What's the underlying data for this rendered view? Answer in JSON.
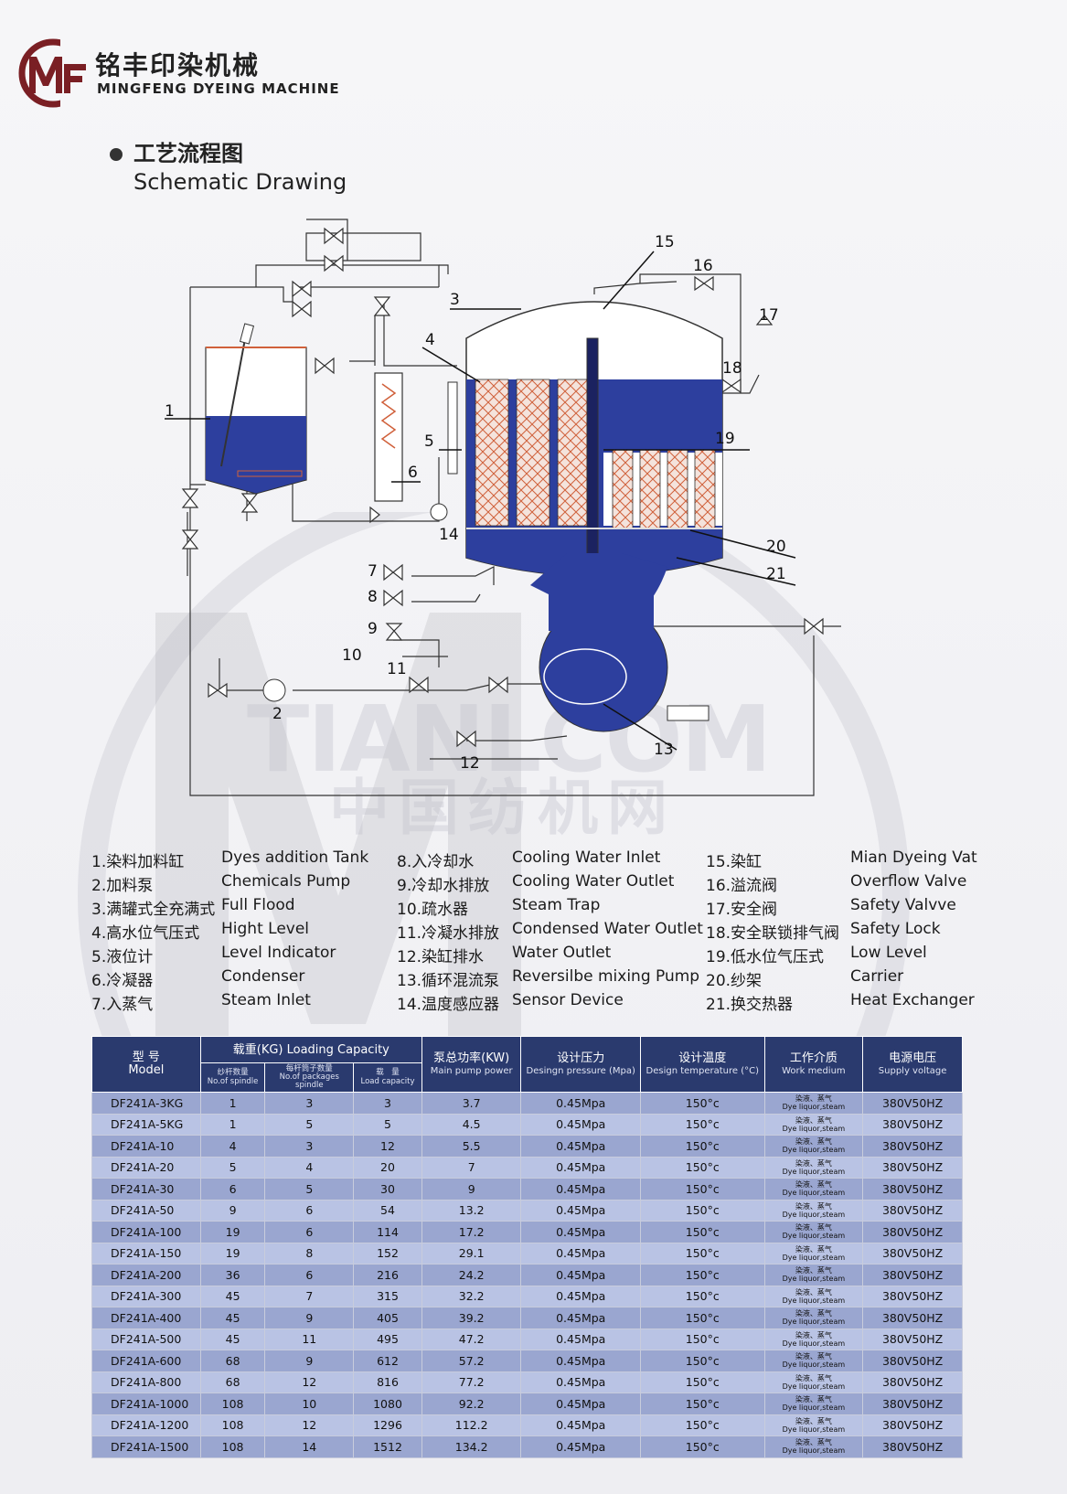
{
  "brand": {
    "cn": "铭丰印染机械",
    "en": "MINGFENG DYEING MACHINE",
    "logo_text": "MF"
  },
  "section": {
    "cn": "工艺流程图",
    "en": "Schematic Drawing"
  },
  "watermark": {
    "en": "TIANLCOM",
    "cn": "中国纺机网"
  },
  "diagram_labels": [
    "1",
    "2",
    "3",
    "4",
    "5",
    "6",
    "7",
    "8",
    "9",
    "10",
    "11",
    "12",
    "13",
    "14",
    "15",
    "16",
    "17",
    "18",
    "19",
    "20",
    "21"
  ],
  "legend": [
    {
      "cn": "1.染料加料缸",
      "en": "Dyes addition Tank"
    },
    {
      "cn": "2.加料泵",
      "en": "Chemicals Pump"
    },
    {
      "cn": "3.满罐式全充满式",
      "en": "Full Flood"
    },
    {
      "cn": "4.高水位气压式",
      "en": "Hight Level"
    },
    {
      "cn": "5.液位计",
      "en": "Level Indicator"
    },
    {
      "cn": "6.冷凝器",
      "en": "Condenser"
    },
    {
      "cn": "7.入蒸气",
      "en": "Steam Inlet"
    },
    {
      "cn": "8.入冷却水",
      "en": "Cooling Water Inlet"
    },
    {
      "cn": "9.冷却水排放",
      "en": "Cooling Water Outlet"
    },
    {
      "cn": "10.疏水器",
      "en": "Steam Trap"
    },
    {
      "cn": "11.冷凝水排放",
      "en": "Condensed Water Outlet"
    },
    {
      "cn": "12.染缸排水",
      "en": "Water Outlet"
    },
    {
      "cn": "13.循环混流泵",
      "en": "Reversilbe mixing Pump"
    },
    {
      "cn": "14.温度感应器",
      "en": "Sensor Device"
    },
    {
      "cn": "15.染缸",
      "en": "Mian Dyeing Vat"
    },
    {
      "cn": "16.溢流阀",
      "en": "Overflow Valve"
    },
    {
      "cn": "17.安全阀",
      "en": "Safety Valvve"
    },
    {
      "cn": "18.安全联锁排气阀",
      "en": "Safety Lock"
    },
    {
      "cn": "19.低水位气压式",
      "en": "Low Level"
    },
    {
      "cn": "20.纱架",
      "en": "Carrier"
    },
    {
      "cn": "21.换交热器",
      "en": "Heat Exchanger"
    }
  ],
  "table": {
    "headers": {
      "model_cn": "型 号",
      "model_en": "Model",
      "load_title": "载重(KG) Loading Capacity",
      "spindle_cn": "纱杆数量",
      "spindle_en": "No.of spindle",
      "pkg_cn": "每杆筒子数量",
      "pkg_en": "No.of packages spindle",
      "load_cn": "载　量",
      "load_en": "Load capacity",
      "pump_cn": "泵总功率(KW)",
      "pump_en": "Main pump power",
      "pres_cn": "设计压力",
      "pres_en": "Desingn pressure (Mpa)",
      "temp_cn": "设计温度",
      "temp_en": "Design temperature (°C)",
      "med_cn": "工作介质",
      "med_en": "Work medium",
      "volt_cn": "电源电压",
      "volt_en": "Supply voltage"
    },
    "medium_cn": "染液、蒸气",
    "medium_en": "Dye liquor,steam",
    "rows": [
      [
        "DF241A-3KG",
        "1",
        "3",
        "3",
        "3.7",
        "0.45Mpa",
        "150°c",
        "380V50HZ"
      ],
      [
        "DF241A-5KG",
        "1",
        "5",
        "5",
        "4.5",
        "0.45Mpa",
        "150°c",
        "380V50HZ"
      ],
      [
        "DF241A-10",
        "4",
        "3",
        "12",
        "5.5",
        "0.45Mpa",
        "150°c",
        "380V50HZ"
      ],
      [
        "DF241A-20",
        "5",
        "4",
        "20",
        "7",
        "0.45Mpa",
        "150°c",
        "380V50HZ"
      ],
      [
        "DF241A-30",
        "6",
        "5",
        "30",
        "9",
        "0.45Mpa",
        "150°c",
        "380V50HZ"
      ],
      [
        "DF241A-50",
        "9",
        "6",
        "54",
        "13.2",
        "0.45Mpa",
        "150°c",
        "380V50HZ"
      ],
      [
        "DF241A-100",
        "19",
        "6",
        "114",
        "17.2",
        "0.45Mpa",
        "150°c",
        "380V50HZ"
      ],
      [
        "DF241A-150",
        "19",
        "8",
        "152",
        "29.1",
        "0.45Mpa",
        "150°c",
        "380V50HZ"
      ],
      [
        "DF241A-200",
        "36",
        "6",
        "216",
        "24.2",
        "0.45Mpa",
        "150°c",
        "380V50HZ"
      ],
      [
        "DF241A-300",
        "45",
        "7",
        "315",
        "32.2",
        "0.45Mpa",
        "150°c",
        "380V50HZ"
      ],
      [
        "DF241A-400",
        "45",
        "9",
        "405",
        "39.2",
        "0.45Mpa",
        "150°c",
        "380V50HZ"
      ],
      [
        "DF241A-500",
        "45",
        "11",
        "495",
        "47.2",
        "0.45Mpa",
        "150°c",
        "380V50HZ"
      ],
      [
        "DF241A-600",
        "68",
        "9",
        "612",
        "57.2",
        "0.45Mpa",
        "150°c",
        "380V50HZ"
      ],
      [
        "DF241A-800",
        "68",
        "12",
        "816",
        "77.2",
        "0.45Mpa",
        "150°c",
        "380V50HZ"
      ],
      [
        "DF241A-1000",
        "108",
        "10",
        "1080",
        "92.2",
        "0.45Mpa",
        "150°c",
        "380V50HZ"
      ],
      [
        "DF241A-1200",
        "108",
        "12",
        "1296",
        "112.2",
        "0.45Mpa",
        "150°c",
        "380V50HZ"
      ],
      [
        "DF241A-1500",
        "108",
        "14",
        "1512",
        "134.2",
        "0.45Mpa",
        "150°c",
        "380V50HZ"
      ]
    ]
  },
  "colors": {
    "vessel": "#2d3f9e",
    "header": "#2a3a6e",
    "logo": "#7a1f24"
  }
}
